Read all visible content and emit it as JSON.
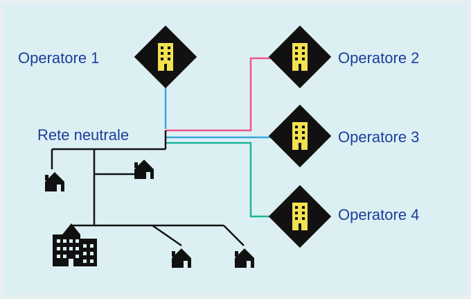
{
  "diagram": {
    "colors": {
      "background": "#dcf0f4",
      "text": "#1b3d9a",
      "line_operatore_1": "#3aa4e0",
      "line_operatore_2": "#f0528c",
      "line_operatore_3": "#3aa4e0",
      "line_operatore_4": "#1fb49a",
      "network": "#111111",
      "building_diamond": "#111111",
      "building": "#f3e14f"
    },
    "nodes": {
      "operatore_1": "Operatore 1",
      "operatore_2": "Operatore 2",
      "operatore_3": "Operatore 3",
      "operatore_4": "Operatore 4",
      "rete_neutrale": "Rete neutrale"
    },
    "icons": {
      "operator": "office-building-icon",
      "home": "house-icon",
      "apartment": "apartment-building-icon"
    }
  }
}
